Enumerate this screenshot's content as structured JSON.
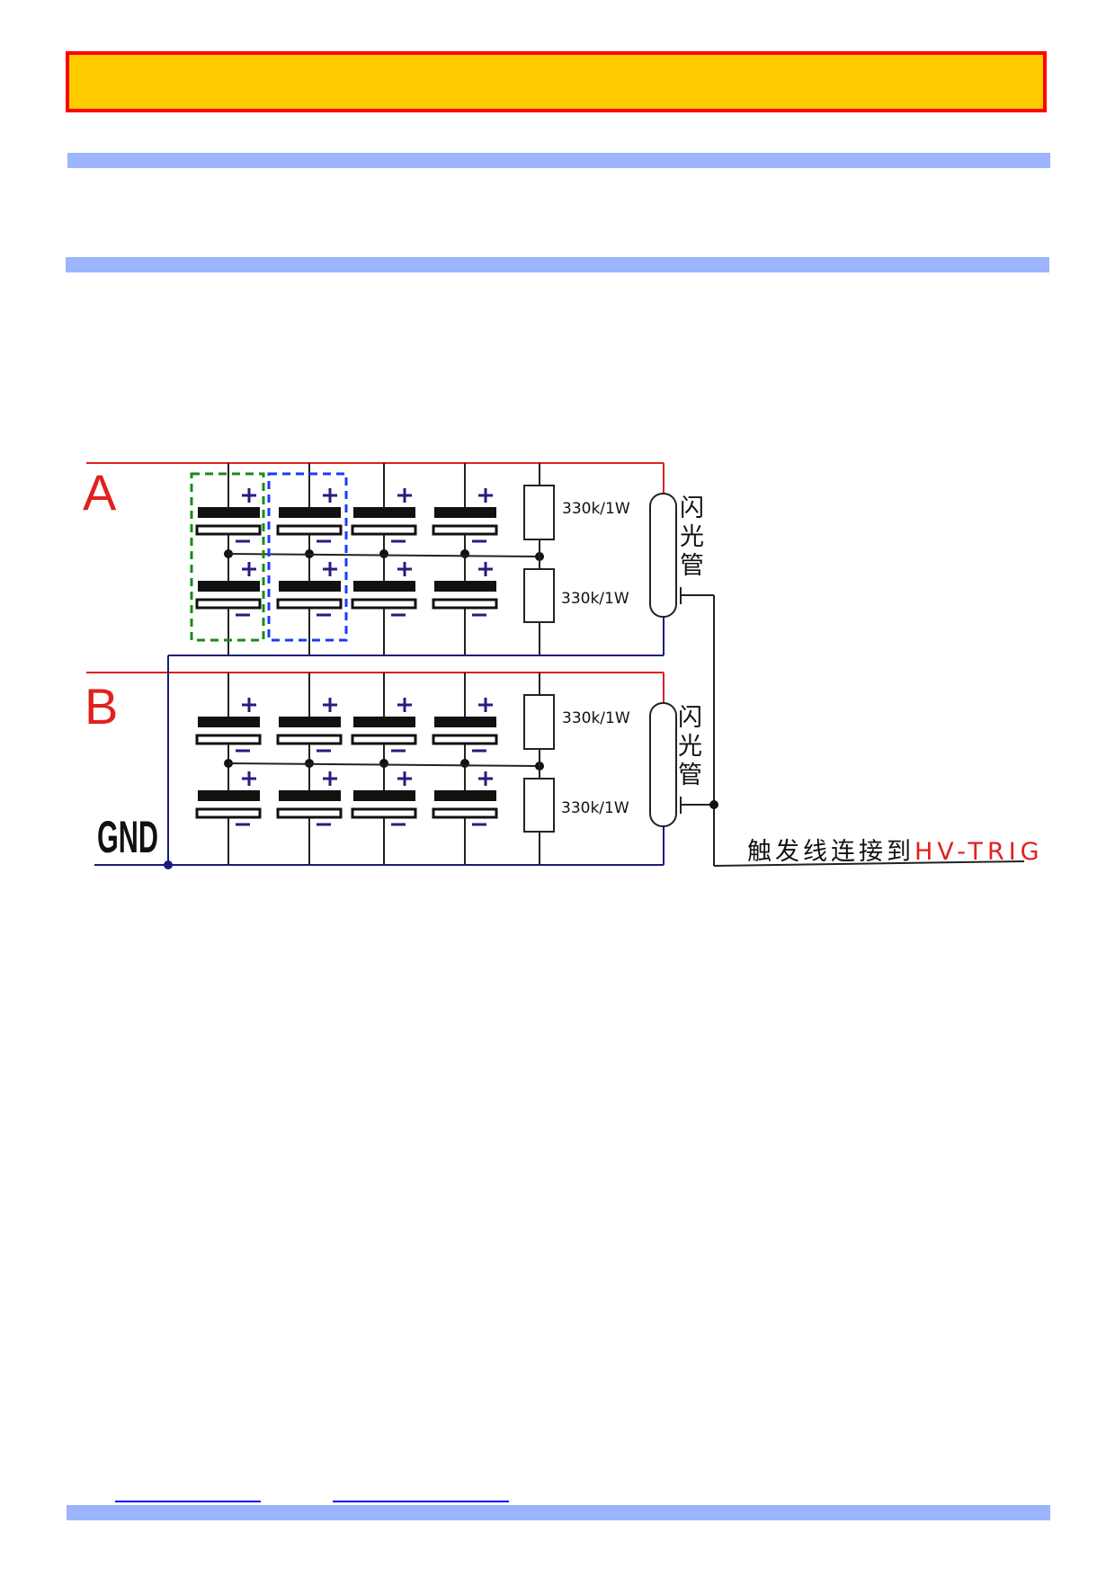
{
  "header": {
    "banner_colors": {
      "fill": "#ffcc00",
      "border": "#ff0000"
    }
  },
  "diagram": {
    "sections": [
      {
        "label": "A",
        "resistor_top": "330k/1W",
        "resistor_bottom": "330k/1W",
        "tube_label": [
          "闪",
          "光",
          "管"
        ]
      },
      {
        "label": "B",
        "resistor_top": "330k/1W",
        "resistor_bottom": "330k/1W",
        "tube_label": [
          "闪",
          "光",
          "管"
        ]
      }
    ],
    "gnd_label": "GND",
    "trigger_note": "触发线连接到",
    "trigger_target": "HV-TRIG",
    "colors": {
      "hv": "#e02020",
      "gnd": "#1a1a80",
      "polarity": "#2a1a80",
      "group1": "#1a8a1a",
      "group2": "#1a3aff"
    }
  }
}
